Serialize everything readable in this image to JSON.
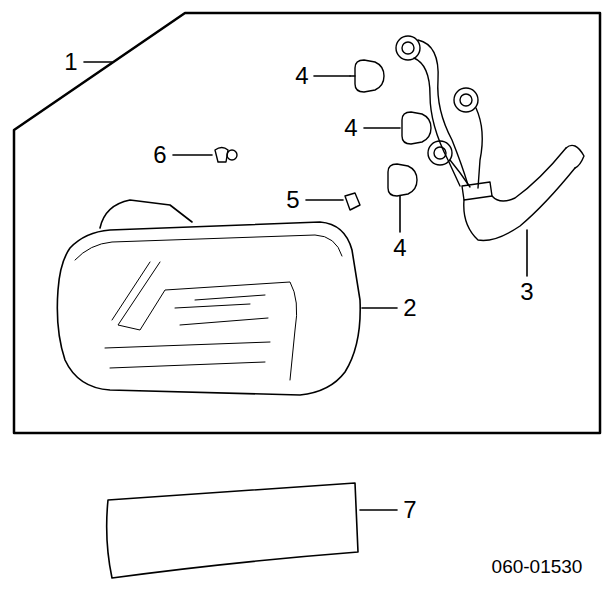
{
  "diagram": {
    "labels": [
      "1",
      "4",
      "4",
      "6",
      "5",
      "4",
      "3",
      "2",
      "7",
      "060-01530"
    ]
  }
}
